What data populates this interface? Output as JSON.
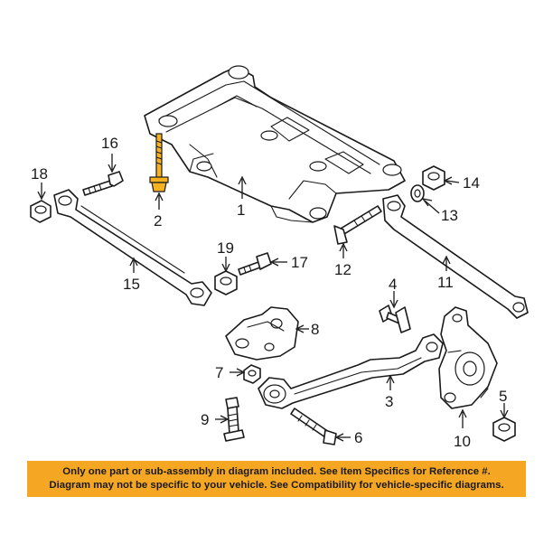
{
  "colors": {
    "line": "#1a1a1a",
    "highlight": "#f5b324",
    "notice_bg": "#f5a623",
    "background": "#ffffff"
  },
  "callouts": {
    "c1": "1",
    "c2": "2",
    "c3": "3",
    "c4": "4",
    "c5": "5",
    "c6": "6",
    "c7": "7",
    "c8": "8",
    "c9": "9",
    "c10": "10",
    "c11": "11",
    "c12": "12",
    "c13": "13",
    "c14": "14",
    "c15": "15",
    "c16": "16",
    "c17": "17",
    "c18": "18",
    "c19": "19"
  },
  "notice": {
    "line1": "Only one part or sub-assembly in diagram included. See Item Specifics for Reference #.",
    "line2": "Diagram may not be specific to your vehicle. See Compatibility for vehicle-specific diagrams."
  }
}
